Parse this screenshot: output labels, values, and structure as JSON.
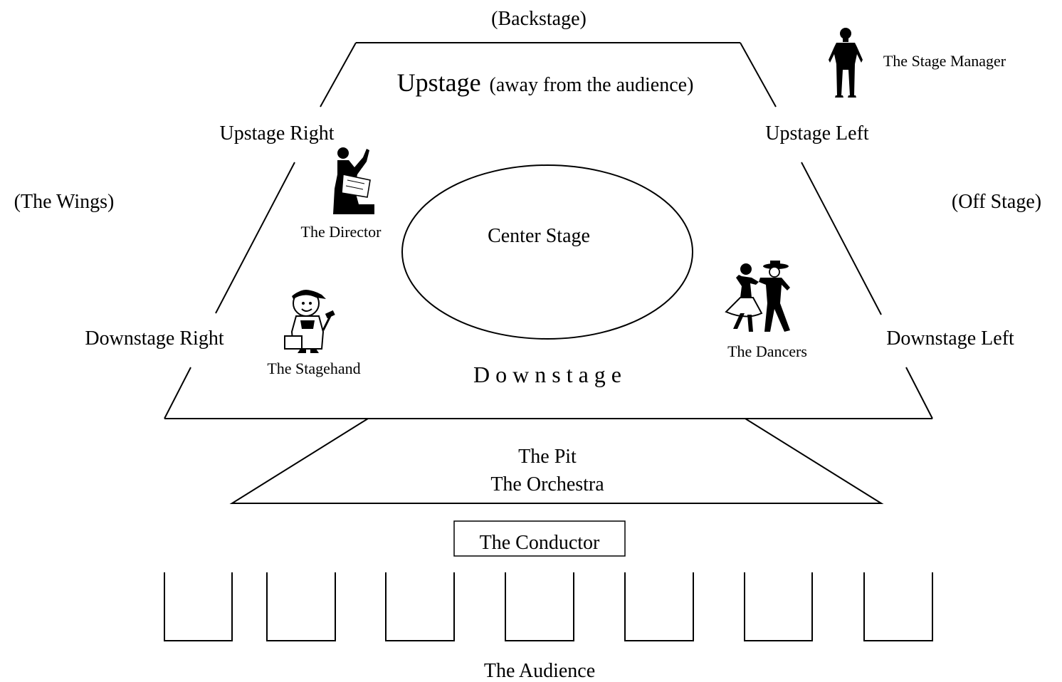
{
  "labels": {
    "backstage": "(Backstage)",
    "upstage_main": "Upstage",
    "upstage_sub": "(away from the audience)",
    "upstage_right": "Upstage Right",
    "upstage_left": "Upstage Left",
    "wings": "(The Wings)",
    "off_stage": "(Off Stage)",
    "center_stage": "Center Stage",
    "downstage_right": "Downstage Right",
    "downstage_left": "Downstage Left",
    "downstage": "D o w n s t a g e",
    "pit": "The Pit",
    "orchestra": "The Orchestra",
    "conductor": "The Conductor",
    "audience": "The Audience"
  },
  "people": {
    "stage_manager": "The Stage Manager",
    "director": "The Director",
    "stagehand": "The Stagehand",
    "dancers": "The Dancers"
  },
  "icons": {
    "stage_manager": "standing-person-silhouette-icon",
    "director": "director-pointing-icon",
    "stagehand": "stagehand-with-hammer-icon",
    "dancers": "dancing-couple-icon"
  },
  "audience_seat_count": 7
}
